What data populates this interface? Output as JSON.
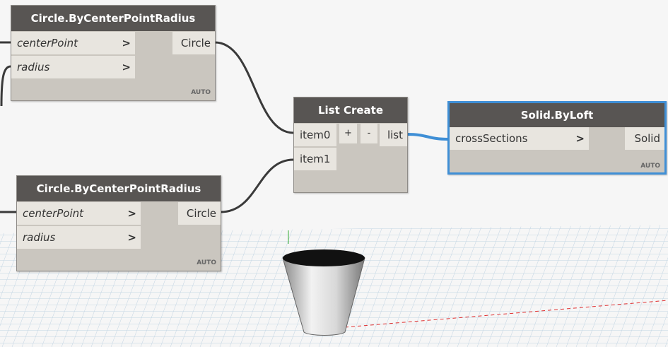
{
  "nodes": {
    "circle1": {
      "title": "Circle.ByCenterPointRadius",
      "inputs": [
        "centerPoint",
        "radius"
      ],
      "output": "Circle",
      "mode": "AUTO"
    },
    "circle2": {
      "title": "Circle.ByCenterPointRadius",
      "inputs": [
        "centerPoint",
        "radius"
      ],
      "output": "Circle",
      "mode": "AUTO"
    },
    "list_create": {
      "title": "List Create",
      "inputs": [
        "item0",
        "item1"
      ],
      "add": "+",
      "remove": "-",
      "output": "list"
    },
    "solid_loft": {
      "title": "Solid.ByLoft",
      "inputs": [
        "crossSections"
      ],
      "output": "Solid",
      "mode": "AUTO"
    }
  },
  "colors": {
    "header": "#585553",
    "body": "#cac6bf",
    "selected": "#3f8fd6",
    "wire": "#3a3a3a"
  },
  "icons": {
    "port_arrow": "chevron-right-icon"
  }
}
